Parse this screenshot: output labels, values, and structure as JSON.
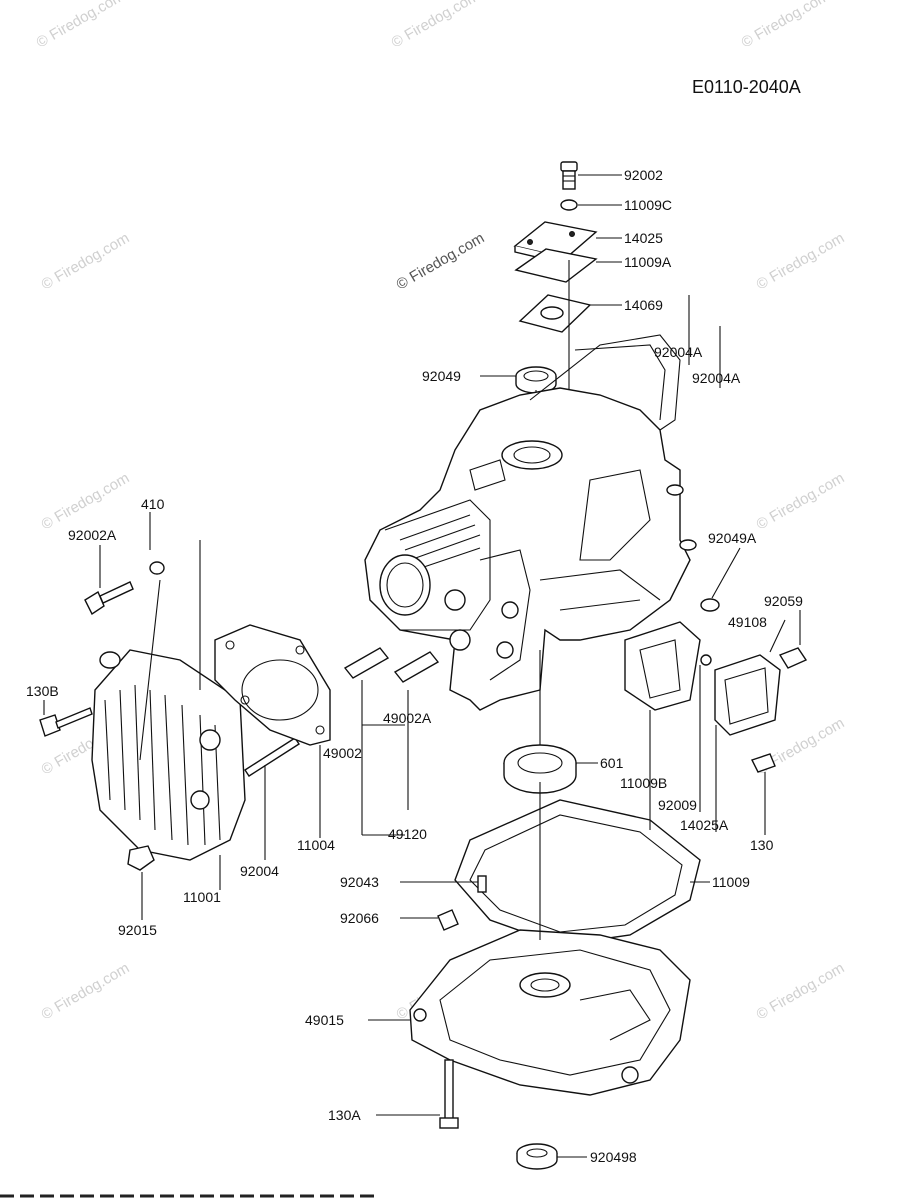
{
  "diagram_code": "E0110-2040A",
  "watermark": "© Firedog.com",
  "parts": {
    "p92002": "92002",
    "p11009C": "11009C",
    "p14025": "14025",
    "p11009A": "11009A",
    "p14069": "14069",
    "p92049": "92049",
    "p92004A_1": "92004A",
    "p92004A_2": "92004A",
    "p410": "410",
    "p92002A": "92002A",
    "p92049A": "92049A",
    "p92059": "92059",
    "p49108": "49108",
    "p130B": "130B",
    "p49002A": "49002A",
    "p49002": "49002",
    "p601": "601",
    "p11009B": "11009B",
    "p92009": "92009",
    "p14025A": "14025A",
    "p130": "130",
    "p11004": "11004",
    "p49120": "49120",
    "p92004": "92004",
    "p11001": "11001",
    "p92015": "92015",
    "p92043": "92043",
    "p11009": "11009",
    "p92066": "92066",
    "p49015": "49015",
    "p130A": "130A",
    "p920498": "920498"
  }
}
